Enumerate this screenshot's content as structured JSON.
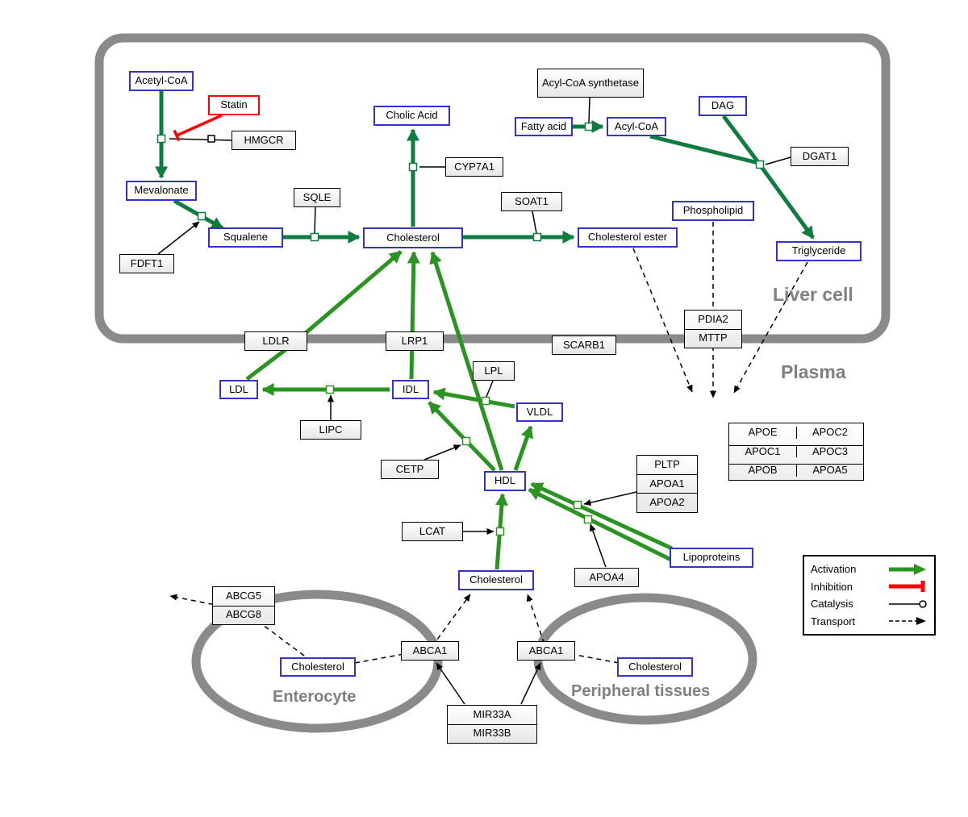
{
  "regions": {
    "liver": "Liver cell",
    "plasma": "Plasma",
    "enterocyte": "Enterocyte",
    "peripheral": "Peripheral tissues"
  },
  "nodes": {
    "acetyl_coa": "Acetyl-CoA",
    "statin": "Statin",
    "hmgcr": "HMGCR",
    "mevalonate": "Mevalonate",
    "fdft1": "FDFT1",
    "squalene": "Squalene",
    "sqle": "SQLE",
    "cholic_acid": "Cholic Acid",
    "cyp7a1": "CYP7A1",
    "cholesterol_liver": "Cholesterol",
    "soat1": "SOAT1",
    "cholesterol_ester": "Cholesterol ester",
    "acyl_coa_synthetase": "Acyl-CoA synthetase",
    "fatty_acid": "Fatty acid",
    "acyl_coa": "Acyl-CoA",
    "dag": "DAG",
    "dgat1": "DGAT1",
    "phospholipid": "Phospholipid",
    "triglyceride": "Triglyceride",
    "ldlr": "LDLR",
    "lrp1": "LRP1",
    "scarb1": "SCARB1",
    "pdia2": "PDIA2",
    "mttp": "MTTP",
    "ldl": "LDL",
    "idl": "IDL",
    "lpl": "LPL",
    "vldl": "VLDL",
    "lipc": "LIPC",
    "cetp": "CETP",
    "hdl": "HDL",
    "pltp": "PLTP",
    "apoa1": "APOA1",
    "apoa2": "APOA2",
    "lcat": "LCAT",
    "apoa4": "APOA4",
    "lipoproteins": "Lipoproteins",
    "apo_table": {
      "rows": [
        [
          "APOE",
          "APOC2"
        ],
        [
          "APOC1",
          "APOC3"
        ],
        [
          "APOB",
          "APOA5"
        ]
      ]
    },
    "cholesterol_plasma": "Cholesterol",
    "abcg5": "ABCG5",
    "abcg8": "ABCG8",
    "cholesterol_enterocyte": "Cholesterol",
    "abca1_left": "ABCA1",
    "abca1_right": "ABCA1",
    "cholesterol_peripheral": "Cholesterol",
    "mir33a": "MIR33A",
    "mir33b": "MIR33B"
  },
  "legend": {
    "items": [
      {
        "label": "Activation",
        "type": "activation"
      },
      {
        "label": "Inhibition",
        "type": "inhibition"
      },
      {
        "label": "Catalysis",
        "type": "catalysis"
      },
      {
        "label": "Transport",
        "type": "transport"
      }
    ]
  },
  "colors": {
    "metabolite_border": "#3333cc",
    "inhibition_red": "#ff0000",
    "conversion_green": "#0f7c3f",
    "lipoprotein_green": "#2a9421",
    "membrane_gray": "#8a8a8a",
    "label_gray": "#808080"
  }
}
